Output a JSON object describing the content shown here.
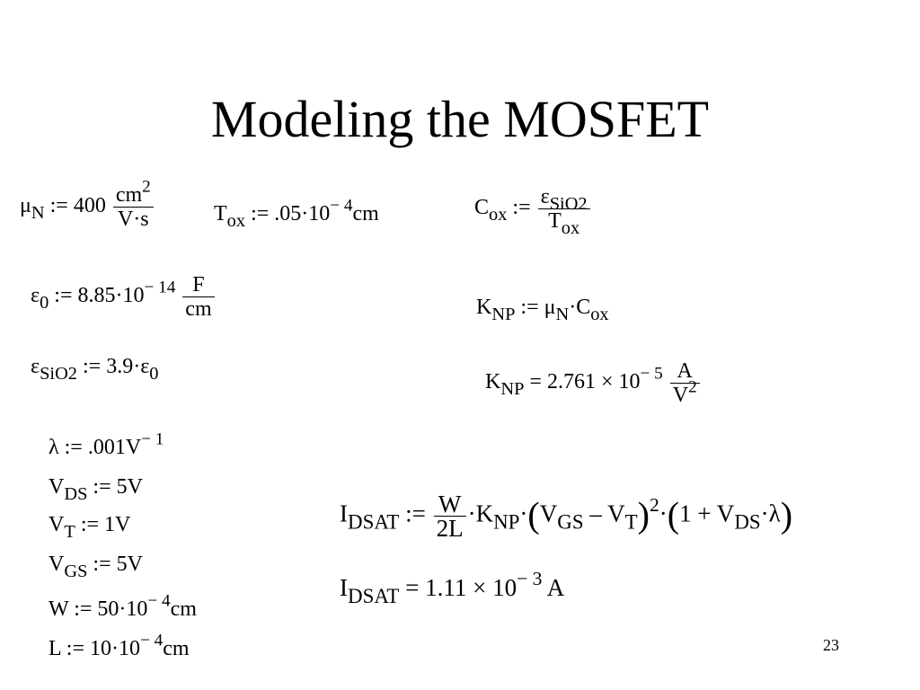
{
  "title": "Modeling the MOSFET",
  "page_number": "23",
  "eq": {
    "mu_n": {
      "lhs": "μ",
      "lhs_sub": "N",
      "op": ":=",
      "value": "400",
      "num": "cm",
      "num_sup": "2",
      "den": "V·s"
    },
    "tox": {
      "lhs": "T",
      "lhs_sub": "ox",
      "op": ":=",
      "value": ".05·10",
      "exp": "− 4",
      "unit": "cm"
    },
    "cox": {
      "lhs": "C",
      "lhs_sub": "ox",
      "op": ":=",
      "num": "ε",
      "num_sub": "SiO2",
      "den": "T",
      "den_sub": "ox"
    },
    "eps0": {
      "lhs": "ε",
      "lhs_sub": "0",
      "op": ":=",
      "value": "8.85·10",
      "exp": "− 14",
      "num": "F",
      "den": "cm"
    },
    "knp_def": {
      "lhs": "K",
      "lhs_sub": "NP",
      "op": ":=",
      "a": "μ",
      "a_sub": "N",
      "mid": "·C",
      "b_sub": "ox"
    },
    "epssio2": {
      "lhs": "ε",
      "lhs_sub": "SiO2",
      "op": ":=",
      "value": "3.9·ε",
      "value_sub": "0"
    },
    "knp_val": {
      "lhs": "K",
      "lhs_sub": "NP",
      "op": "=",
      "value": "2.761 × 10",
      "exp": "− 5",
      "num": "A",
      "den": "V",
      "den_sup": "2"
    },
    "lambda": {
      "lhs": "λ",
      "op": ":=",
      "value": ".001V",
      "exp": "− 1"
    },
    "vds": {
      "lhs": "V",
      "lhs_sub": "DS",
      "op": ":=",
      "value": "5V"
    },
    "vt": {
      "lhs": "V",
      "lhs_sub": "T",
      "op": ":=",
      "value": "1V"
    },
    "vgs": {
      "lhs": "V",
      "lhs_sub": "GS",
      "op": ":=",
      "value": "5V"
    },
    "w": {
      "lhs": "W",
      "op": ":=",
      "value": "50·10",
      "exp": "− 4",
      "unit": "cm"
    },
    "l": {
      "lhs": "L",
      "op": ":=",
      "value": "10·10",
      "exp": "− 4",
      "unit": "cm"
    },
    "idsat_def": {
      "lhs": "I",
      "lhs_sub": "DSAT",
      "op": ":=",
      "num": "W",
      "den": "2L",
      "k": "·K",
      "k_sub": "NP",
      "dot": "·",
      "lp": "(",
      "vgs": "V",
      "vgs_sub": "GS",
      "minus": " – V",
      "vt_sub": "T",
      "rp": ")",
      "sq": "2",
      "dot2": "·",
      "lp2": "(",
      "one": "1 + V",
      "vds_sub": "DS",
      "lam": "·λ",
      "rp2": ")"
    },
    "idsat_val": {
      "lhs": "I",
      "lhs_sub": "DSAT",
      "op": "=",
      "value": "1.11 × 10",
      "exp": "− 3",
      "unit": "A"
    }
  }
}
